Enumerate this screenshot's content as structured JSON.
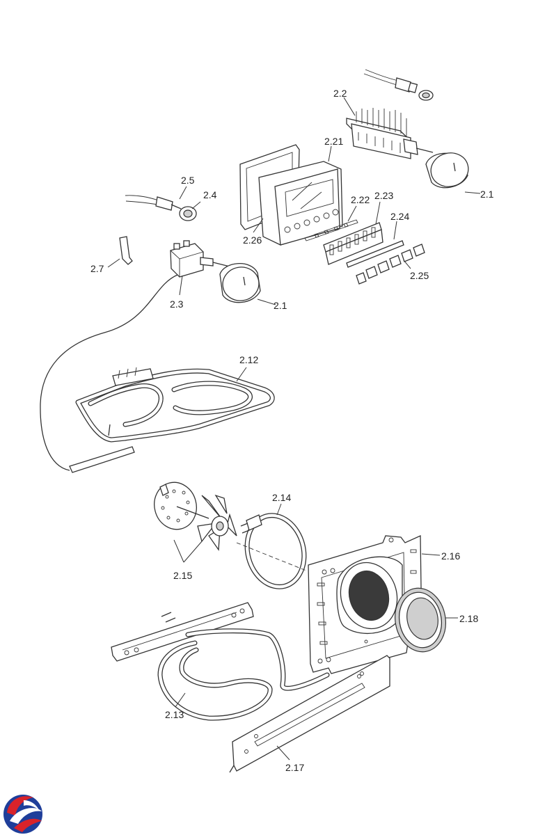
{
  "labels": {
    "l_2_2": "2.2",
    "l_2_21": "2.21",
    "l_2_1_top": "2.1",
    "l_2_5": "2.5",
    "l_2_4": "2.4",
    "l_2_22": "2.22",
    "l_2_23": "2.23",
    "l_2_24": "2.24",
    "l_2_26": "2.26",
    "l_2_7": "2.7",
    "l_2_25": "2.25",
    "l_2_3": "2.3",
    "l_2_1_mid": "2.1",
    "l_2_12": "2.12",
    "l_2_14": "2.14",
    "l_2_15": "2.15",
    "l_2_16": "2.16",
    "l_2_18": "2.18",
    "l_2_13": "2.13",
    "l_2_17": "2.17"
  },
  "logo": {
    "colors": {
      "blue": "#1f3e9a",
      "red": "#d8232a"
    }
  }
}
